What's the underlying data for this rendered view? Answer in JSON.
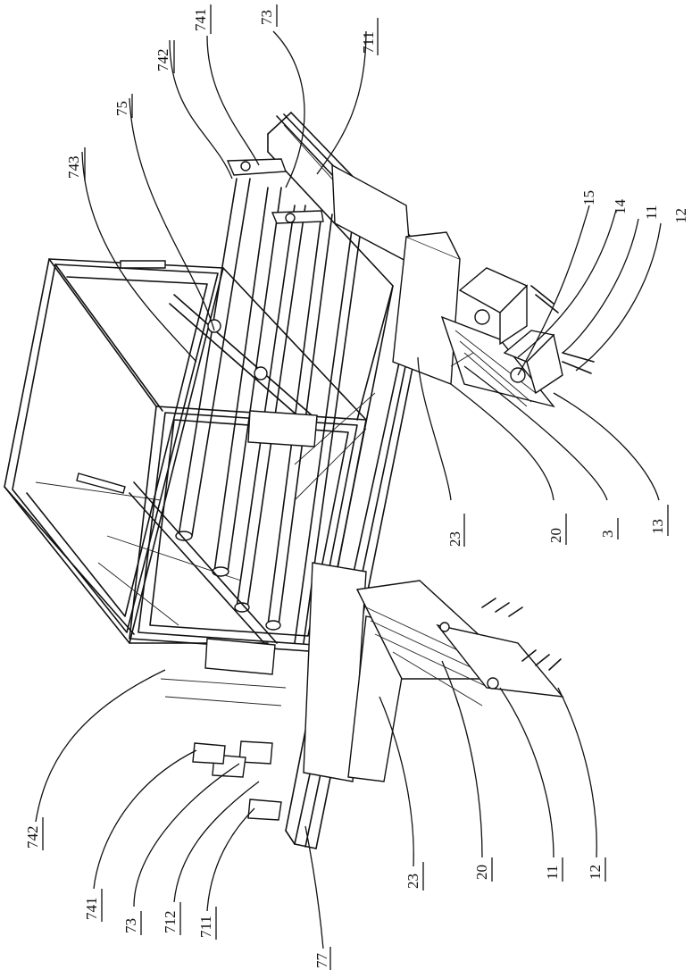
{
  "labels": {
    "l742_top": "742",
    "l741_top": "741",
    "l73_top": "73",
    "l711_top": "711",
    "l75": "75",
    "l743": "743",
    "l15": "15",
    "l14": "14",
    "l11_top": "11",
    "l12_top": "12",
    "l23_mid": "23",
    "l20_mid": "20",
    "l3": "3",
    "l13": "13",
    "l742_bot": "742",
    "l741_bot": "741",
    "l73_bot": "73",
    "l712": "712",
    "l711_bot": "711",
    "l77": "77",
    "l23_bot": "23",
    "l20_bot": "20",
    "l11_bot": "11",
    "l12_bot": "12"
  }
}
